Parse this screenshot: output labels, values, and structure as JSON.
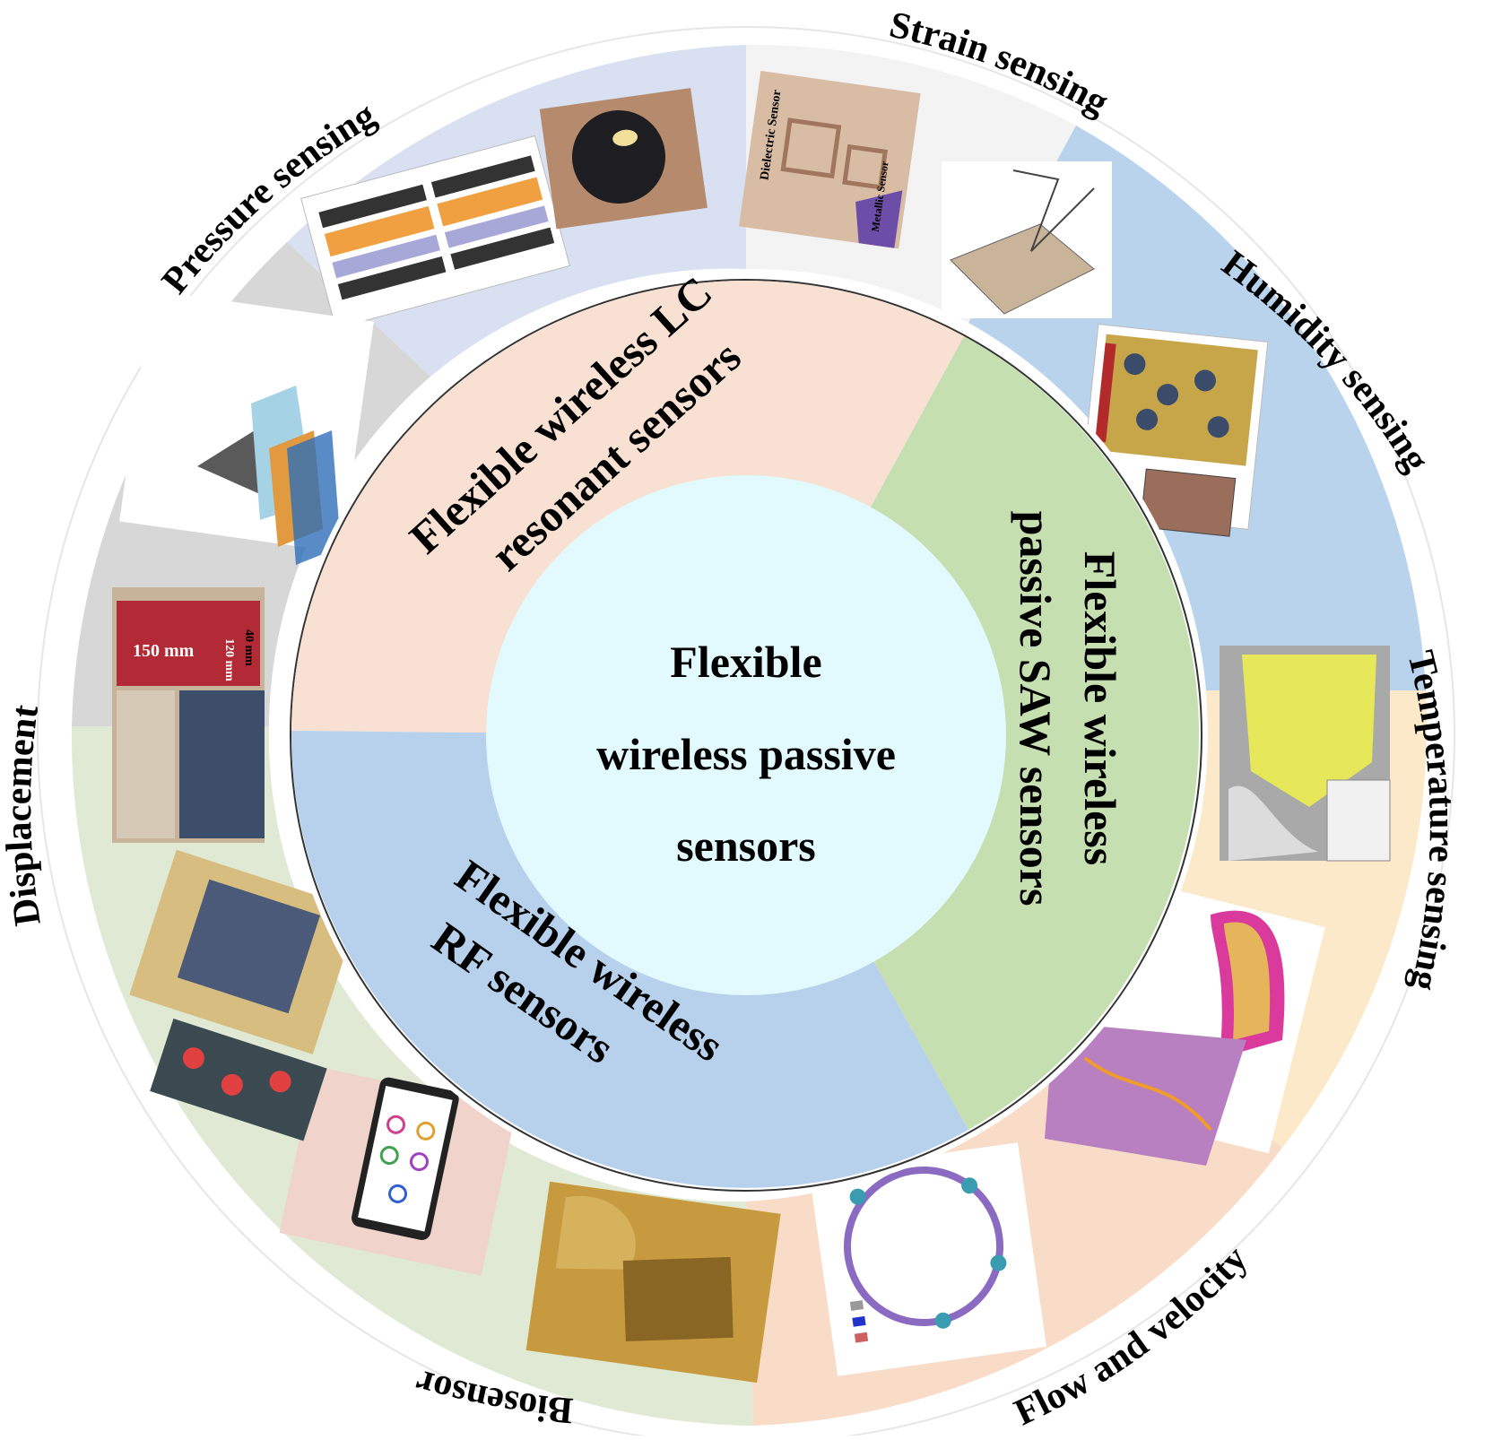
{
  "center": {
    "lines": [
      "Flexible",
      "wireless passive",
      "sensors"
    ]
  },
  "sectors": [
    {
      "id": "lc",
      "lines": [
        "Flexible wireless LC",
        "resonant sensors"
      ]
    },
    {
      "id": "saw",
      "lines": [
        "Flexible wireless",
        "passive SAW sensors"
      ]
    },
    {
      "id": "rf",
      "lines": [
        "Flexible wireless",
        "RF sensors"
      ]
    }
  ],
  "applications": [
    {
      "id": "pressure",
      "label": "Pressure sensing"
    },
    {
      "id": "strain",
      "label": "Strain sensing"
    },
    {
      "id": "humidity",
      "label": "Humidity sensing"
    },
    {
      "id": "temperature",
      "label": "Temperature sensing"
    },
    {
      "id": "flow",
      "label": "Flow and velocity"
    },
    {
      "id": "biosensor",
      "label": "Biosensor"
    },
    {
      "id": "displacement",
      "label": "Displacement"
    }
  ],
  "photo_labels": {
    "displacement_dim1": "150 mm",
    "displacement_dim2": "120 mm",
    "displacement_dim3": "40 mm",
    "strain_dielectric": "Dielectric Sensor",
    "strain_metallic": "Metallic Sensor"
  },
  "colors": {
    "lc_sector": "#f8e1d3",
    "saw_sector": "#c5dfb1",
    "rf_sector": "#b7d1ec",
    "center": "#e2fafd",
    "band_pressure": "#d8e0f1",
    "band_gray": "#d7d7d7",
    "band_humidity": "#b9d3ec",
    "band_temperature": "#fbe9c9",
    "band_flow": "#f8dcc8",
    "band_green": "#dfe9d3"
  }
}
